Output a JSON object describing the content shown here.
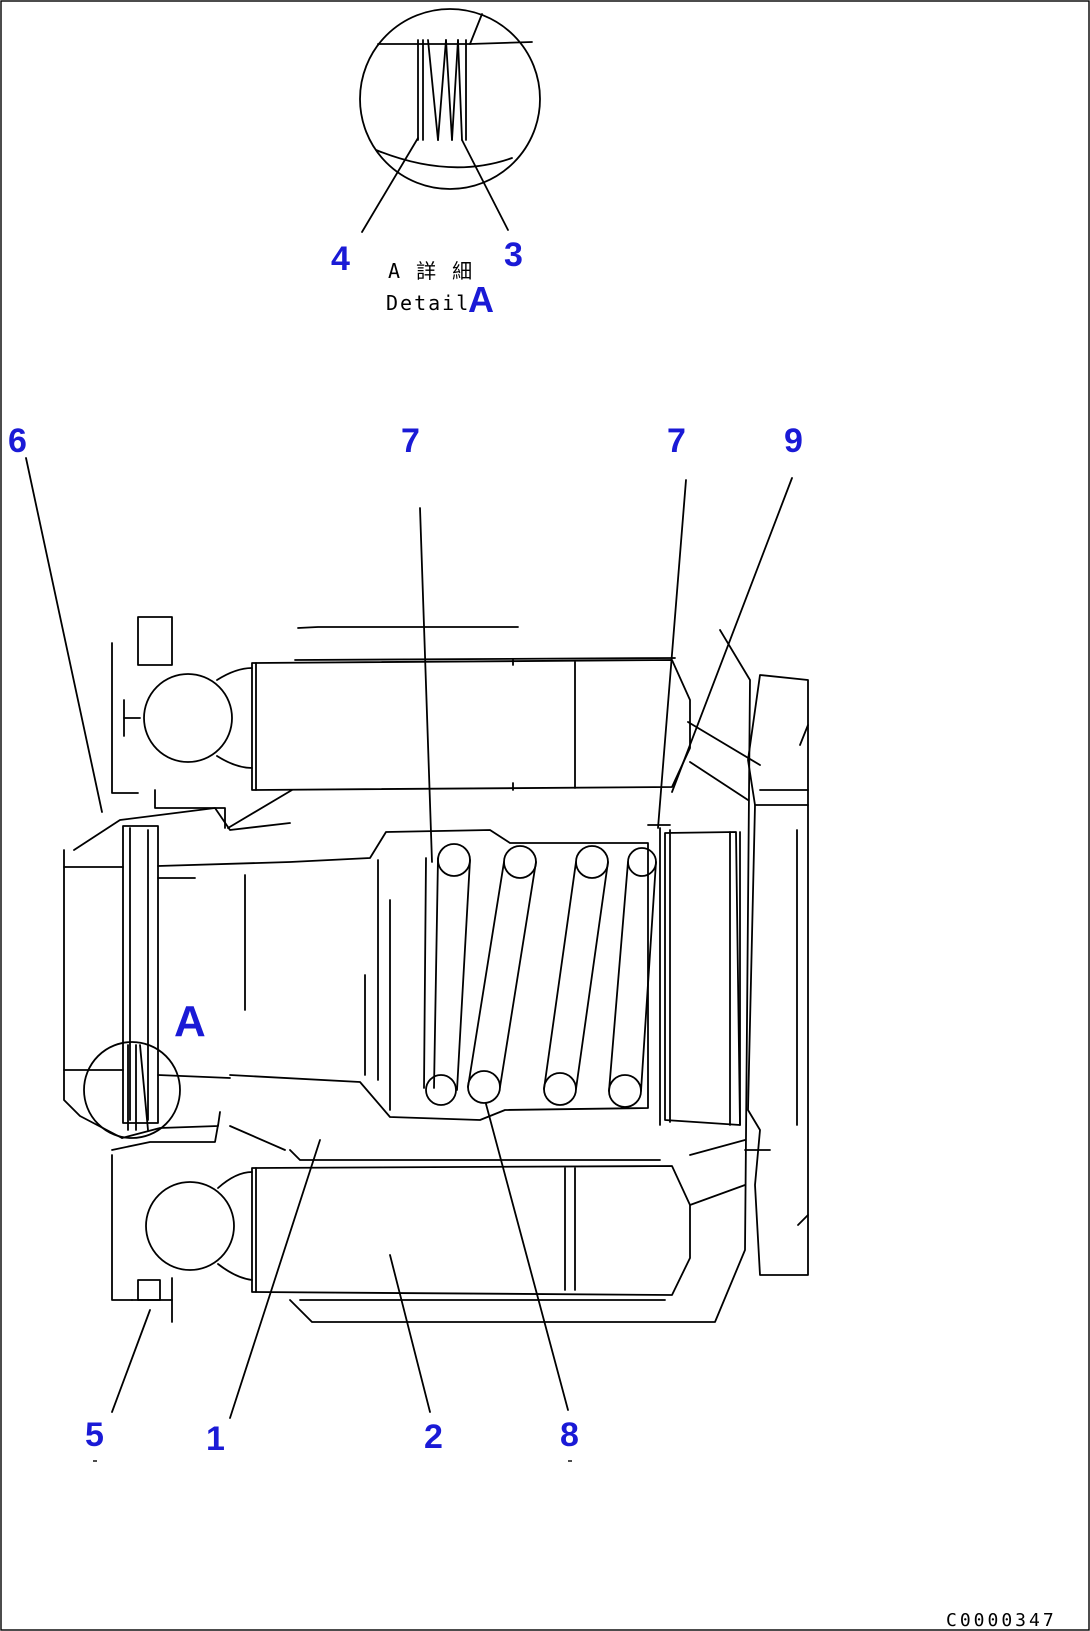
{
  "detail": {
    "caption_jp": "A 詳 細",
    "caption_en": "Detail",
    "letter": "A",
    "callouts": [
      "4",
      "3"
    ]
  },
  "main": {
    "section_marker": "A",
    "callouts_top": [
      "6",
      "7",
      "7",
      "9"
    ],
    "callouts_bottom": [
      "5",
      "1",
      "2",
      "8"
    ]
  },
  "drawing_code": "C0000347"
}
